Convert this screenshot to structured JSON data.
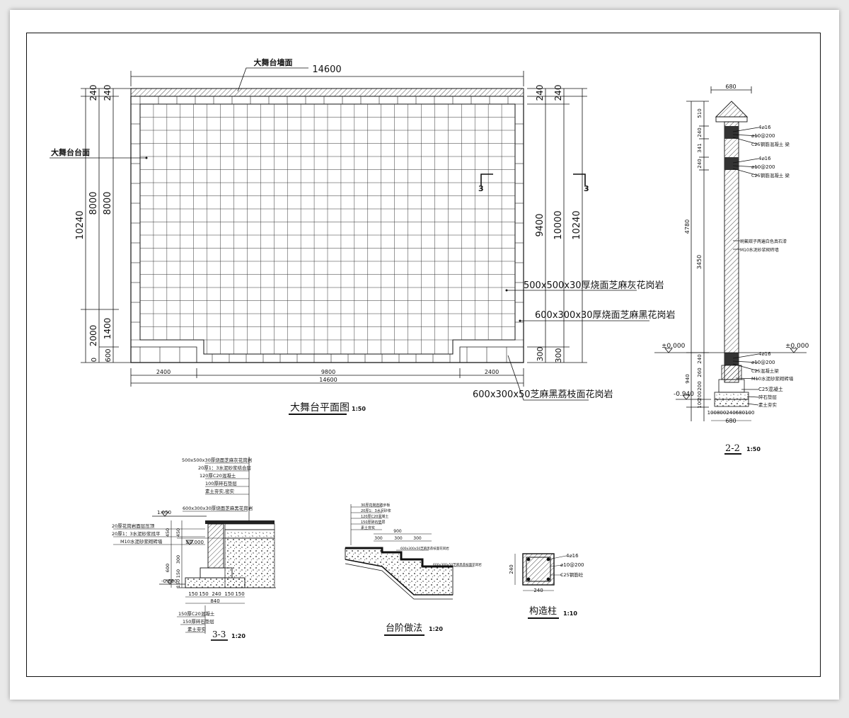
{
  "plan": {
    "title": "大舞台平面图",
    "scale": "1:50",
    "wall_label": "大舞台墙面",
    "stage_label": "大舞台台面",
    "top_dim": "14600",
    "bottom_dims": [
      "2400",
      "9800",
      "2400"
    ],
    "bottom_total": "14600",
    "left_dims_outer": "10240",
    "left_dims_a": [
      "240",
      "8000",
      "2000",
      "0"
    ],
    "left_dims_b": [
      "240",
      "8000",
      "1400",
      "600"
    ],
    "right_dims": [
      "240",
      "240",
      "9400",
      "10000",
      "10240",
      "300",
      "300"
    ],
    "section_mark": "3",
    "material_1": "500x500x30厚烧面芝麻灰花岗岩",
    "material_2": "600x300x30厚烧面芝麻黑花岗岩",
    "material_3": "600x300x50芝麻黑荔枝面花岗岩"
  },
  "section22": {
    "title": "2-2",
    "scale": "1:50",
    "top_dim": "680",
    "bottom_dim": "680",
    "vert_dims": [
      "510",
      "240",
      "341",
      "240",
      "4780",
      "3450",
      "240",
      "940",
      "260",
      "200",
      "200",
      "100"
    ],
    "level_zero": "±0.000",
    "level_neg": "-0.940",
    "rebar_1": "4⌀16",
    "stirrup_1": "⌀10@200",
    "concrete_1": "C25钢筋混凝土 梁",
    "wall_note_1": "刷氟碳子两遍白色真石漆",
    "wall_note_2": "M10水泥砂浆砌砖墙",
    "bottom_dims_text": "100800240680100",
    "base_notes": [
      "C25混凝土梁",
      "M10水泥砂浆砌砖墙",
      "C25混凝土",
      "碎石垫层",
      "素土夯实"
    ]
  },
  "section33": {
    "title": "3-3",
    "scale": "1:20",
    "notes_top": [
      "500x500x30厚烧面芝麻灰花岗岩",
      "20厚1：3水泥砂浆结合层",
      "120厚C20混凝土",
      "100厚碎石垫层",
      "素土夯实,密实"
    ],
    "note_mid": "600x300x30厚烧面芝麻黑花岗岩",
    "notes_left": [
      "20厚花岗岩面层压顶",
      "20厚1：3水泥砂浆找平",
      "M10水泥砂浆砌砖墙"
    ],
    "levels": [
      "1.050",
      "±0.000",
      "-0.600"
    ],
    "vert_dims": [
      "450",
      "450",
      "600",
      "300",
      "150",
      "150"
    ],
    "bottom_dims": [
      "150",
      "150",
      "240",
      "150",
      "150"
    ],
    "bottom_total": "840",
    "notes_bottom": [
      "150厚C20混凝土",
      "150厚碎石垫层",
      "素土夯实"
    ]
  },
  "steps": {
    "title": "台阶做法",
    "scale": "1:20",
    "notes": [
      "30厚花岗岩踏步板",
      "20厚1：3水泥砂浆",
      "120厚C20混凝土",
      "150厚碎石垫层",
      "素土夯实"
    ],
    "dims": [
      "900",
      "300",
      "300",
      "300"
    ],
    "note_step1": "600x300x50芝麻黑荔枝面花岗岩",
    "note_step2": "600x300x50芝麻黑荔枝面花岗岩"
  },
  "column": {
    "title": "构造柱",
    "scale": "1:10",
    "rebar": "4⌀16",
    "stirrup": "⌀10@200",
    "concrete": "C25钢筋砼",
    "dim_w": "240",
    "dim_h": "240"
  }
}
